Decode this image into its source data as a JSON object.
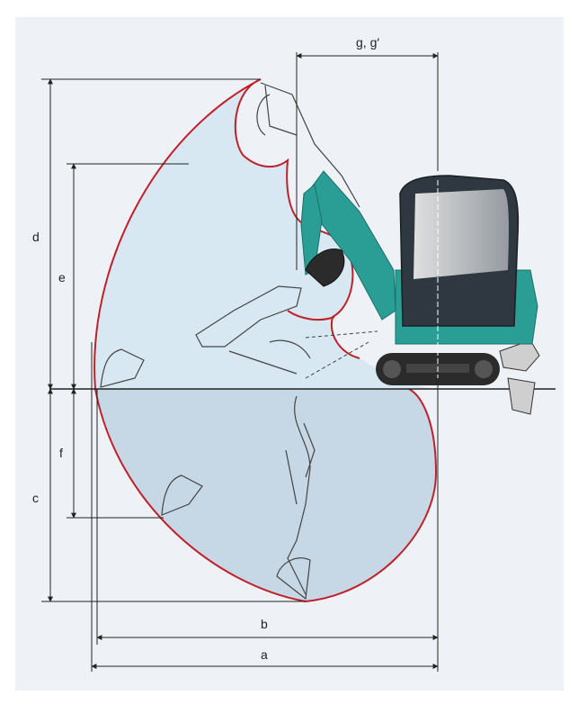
{
  "diagram": {
    "labels": {
      "a": "a",
      "b": "b",
      "c": "c",
      "d": "d",
      "e": "e",
      "f": "f",
      "g": "g, g′"
    }
  },
  "colors": {
    "panel": "#eef1f6",
    "envelope_stroke": "#c0202a",
    "envelope_fill_upper": "#d8e8f2",
    "envelope_fill_lower": "#c6d8e5",
    "machine_body": "#2a9e95",
    "cab": "#2f3840",
    "track": "#2b2b2b",
    "dimension_line": "#222222"
  }
}
